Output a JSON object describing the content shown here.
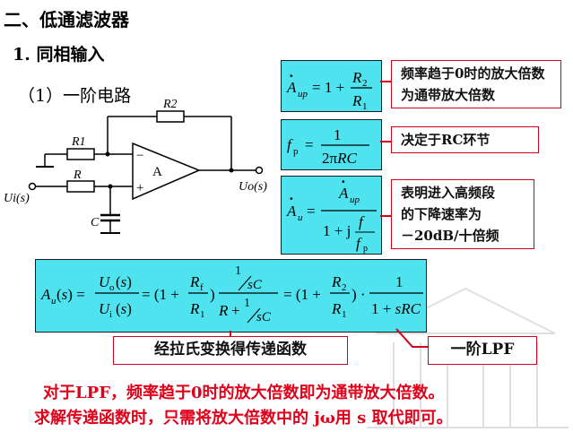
{
  "heading": "二、低通滤波器",
  "subheading": "1. 同相输入",
  "subsection": "（1）一阶电路",
  "circuit": {
    "R2_label": "R2",
    "R1_label": "R1",
    "R_label": "R",
    "C_label": "C",
    "opamp_label": "A",
    "input_label": "Ui(s)",
    "output_label": "Uo(s)",
    "minus_sign": "−",
    "plus_sign": "+"
  },
  "notes": {
    "gain_note": "频率趋于0时的放大倍数为通带放大倍数",
    "rc_note": "决定于RC环节",
    "rolloff_note_line1": "表明进入高频段",
    "rolloff_note_line2": "的下降速率为",
    "rolloff_note_line3": "－20dB/十倍频",
    "laplace_note": "经拉氏变换得传递函数",
    "lpf_note": "一阶LPF"
  },
  "footer": {
    "line1": "对于LPF，频率趋于0时的放大倍数即为通带放大倍数。",
    "line2": "求解传递函数时，只需将放大倍数中的 jω用 s 取代即可。"
  },
  "colors": {
    "formula_bg": "#4ee3ee",
    "note_border": "#d0021b",
    "footer_text": "#e0001a"
  }
}
